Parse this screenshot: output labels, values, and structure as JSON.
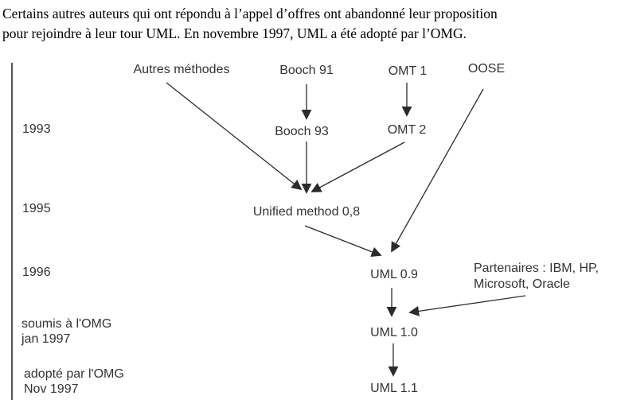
{
  "colors": {
    "background": "#ffffff",
    "paragraph_text": "#000000",
    "diagram_text": "#333333",
    "line_color": "#2b2b2b"
  },
  "paragraph": {
    "line1": "Certains autres auteurs qui ont répondu à l’appel d’offres ont abandonné leur proposition",
    "line2": "pour rejoindre à leur tour UML. En novembre 1997, UML a été adopté par l’OMG."
  },
  "diagram": {
    "timeline": {
      "y1993": "1993",
      "y1995": "1995",
      "y1996": "1996",
      "soumis_line1": "soumis à l'OMG",
      "soumis_line2": "jan 1997",
      "adopte_line1": "adopté par l'OMG",
      "adopte_line2": "Nov 1997"
    },
    "nodes": {
      "autres_methodes": "Autres méthodes",
      "booch91": "Booch 91",
      "omt1": "OMT 1",
      "oose": "OOSE",
      "booch93": "Booch 93",
      "omt2": "OMT 2",
      "unified_method": "Unified method 0,8",
      "uml09": "UML 0.9",
      "partenaires_line1": "Partenaires : IBM, HP,",
      "partenaires_line2": "Microsoft, Oracle",
      "uml10": "UML 1.0",
      "uml11": "UML 1.1"
    },
    "edges": [
      "Booch 91 -> Booch 93",
      "OMT 1 -> OMT 2",
      "Autres méthodes -> Unified method 0,8",
      "Booch 93 -> Unified method 0,8",
      "OMT 2 -> Unified method 0,8",
      "OOSE -> UML 0.9",
      "Unified method 0,8 -> UML 0.9",
      "UML 0.9 -> UML 1.0",
      "Partenaires -> UML 1.0",
      "UML 1.0 -> UML 1.1"
    ]
  }
}
